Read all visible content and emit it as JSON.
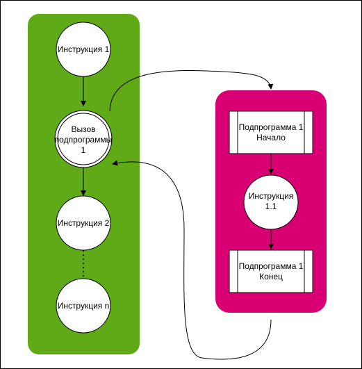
{
  "colors": {
    "main_panel": "#60a917",
    "sub_panel": "#d80073",
    "node_fill": "#ffffff",
    "stroke": "#000000"
  },
  "nodes": {
    "instruction_1": "Инструкция 1",
    "call_line1": "Вызов",
    "call_line2": "подпрограммы",
    "call_line3": "1",
    "instruction_2": "Инструкция 2",
    "instruction_n": "Инструкция n",
    "sub_start_line1": "Подпрограмма 1",
    "sub_start_line2": "Начало",
    "instruction_1_1_line1": "Инструкция",
    "instruction_1_1_line2": "1.1",
    "sub_end_line1": "Подпрограмма 1",
    "sub_end_line2": "Конец"
  }
}
